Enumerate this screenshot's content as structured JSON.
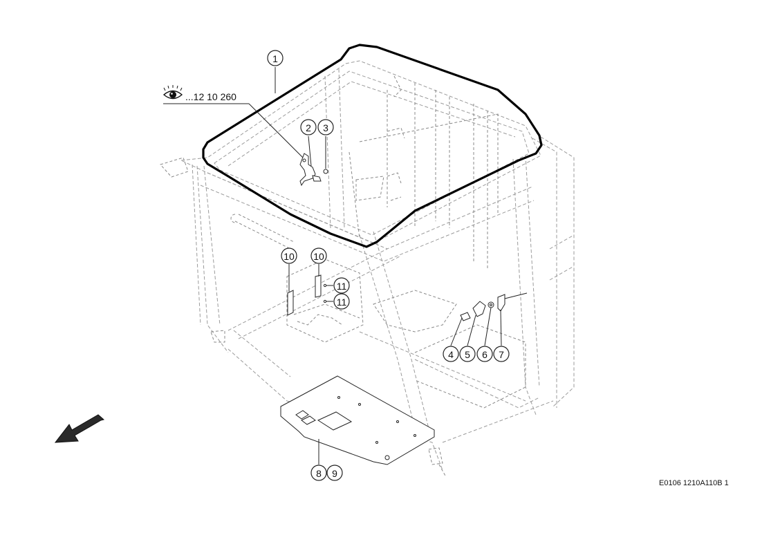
{
  "reference": {
    "text": "...12 10 260",
    "icon": "eye-icon"
  },
  "drawing_code": "E0106 1210A110B 1",
  "direction_icon": "direction-arrow-icon",
  "callouts": [
    {
      "id": "c1",
      "label": "1"
    },
    {
      "id": "c2",
      "label": "2"
    },
    {
      "id": "c3",
      "label": "3"
    },
    {
      "id": "c10a",
      "label": "10"
    },
    {
      "id": "c10b",
      "label": "10"
    },
    {
      "id": "c11a",
      "label": "11"
    },
    {
      "id": "c11b",
      "label": "11"
    },
    {
      "id": "c4",
      "label": "4"
    },
    {
      "id": "c5",
      "label": "5"
    },
    {
      "id": "c6",
      "label": "6"
    },
    {
      "id": "c7",
      "label": "7"
    },
    {
      "id": "c8",
      "label": "8"
    },
    {
      "id": "c9",
      "label": "9"
    }
  ]
}
